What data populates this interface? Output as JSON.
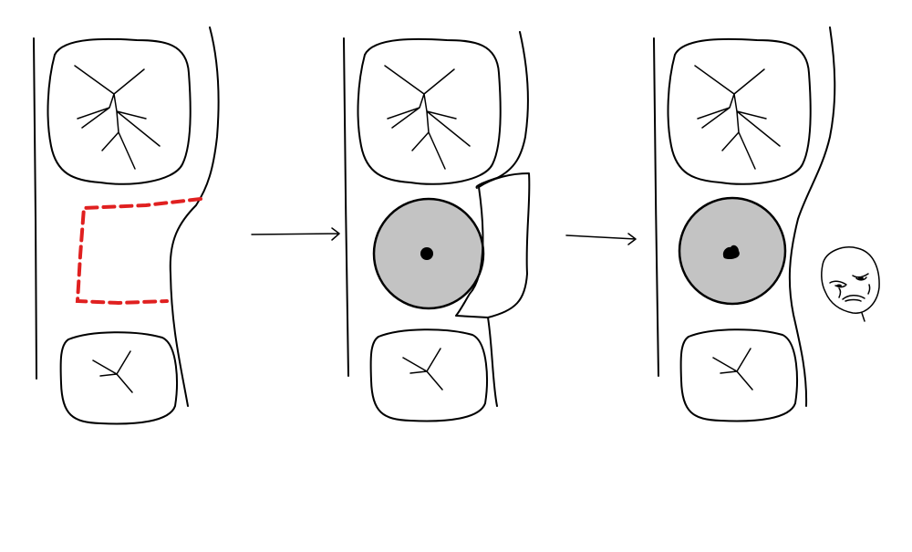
{
  "colors": {
    "outline": "#000000",
    "incision_marker": "#e02020",
    "implant_fill": "#c3c3c3",
    "background": "#ffffff"
  },
  "panels": [
    {
      "stage": 1,
      "icons": [
        "upper-molar",
        "lower-molar",
        "gum-outline",
        "red-dashed-incision"
      ]
    },
    {
      "stage": 2,
      "icons": [
        "upper-molar",
        "implant-disc",
        "gum-flap",
        "lower-molar"
      ]
    },
    {
      "stage": 3,
      "icons": [
        "upper-molar",
        "implant-disc",
        "gum-outline",
        "lower-molar",
        "rage-face"
      ]
    }
  ]
}
